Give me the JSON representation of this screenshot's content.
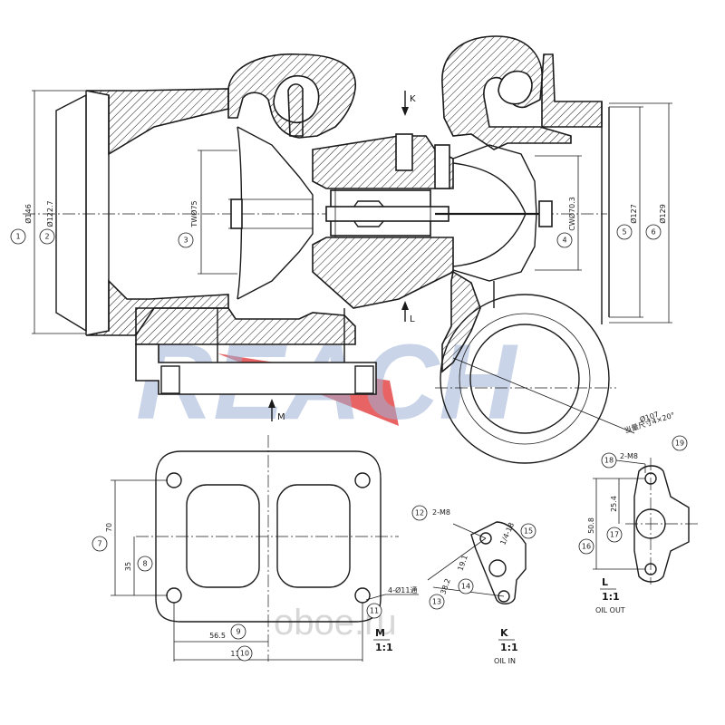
{
  "watermark": {
    "brand": "REACH",
    "site": "oboe.ru",
    "brand_color": "#9fb2d6",
    "accent_color": "#e03030"
  },
  "dimensions": {
    "d146": "Ø146",
    "d122_7": "Ø122.7",
    "tw75": "TWØ75",
    "cw70_3": "CWØ70.3",
    "d127": "Ø127",
    "d129": "Ø129",
    "d107": "Ø107",
    "bolt_circle": "当量尺寸4×20°",
    "m70": "70",
    "m35": "35",
    "m56_5": "56.5",
    "m113": "113",
    "holes": "4-Ø11通",
    "k_thread1": "2-M8",
    "k_thread2": "1/4-18",
    "k19_1": "19.1",
    "k38_2": "38.2",
    "l_thread": "2-M8",
    "l25_4": "25.4",
    "l50_8": "50.8"
  },
  "views": {
    "m_letter": "M",
    "m_scale": "1:1",
    "k_letter": "K",
    "k_scale": "1:1",
    "k_caption": "OIL IN",
    "l_letter": "L",
    "l_scale": "1:1",
    "l_caption": "OIL OUT",
    "arrow_k": "K",
    "arrow_l": "L",
    "arrow_m": "M"
  },
  "callouts": [
    "1",
    "2",
    "3",
    "4",
    "5",
    "6",
    "7",
    "8",
    "9",
    "10",
    "11",
    "12",
    "13",
    "14",
    "15",
    "16",
    "17",
    "18",
    "19"
  ]
}
